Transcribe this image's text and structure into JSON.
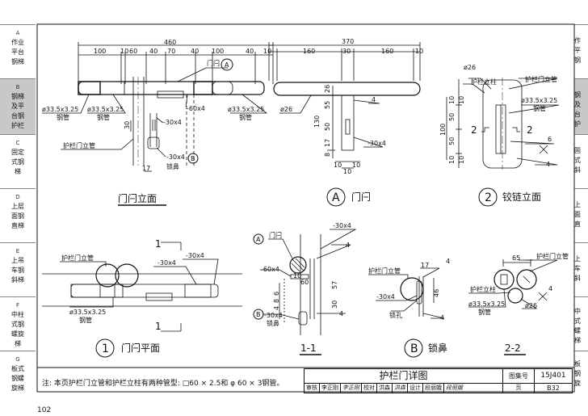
{
  "sidebar": [
    {
      "letter": "A",
      "lines": [
        "作业",
        "平台",
        "钢梯"
      ],
      "active": false
    },
    {
      "letter": "B",
      "lines": [
        "钢梯",
        "及平",
        "台钢",
        "护栏"
      ],
      "active": true
    },
    {
      "letter": "C",
      "lines": [
        "固定",
        "式钢",
        "梯"
      ],
      "active": false
    },
    {
      "letter": "D",
      "lines": [
        "上层",
        "面钢",
        "直梯"
      ],
      "active": false
    },
    {
      "letter": "E",
      "lines": [
        "上吊",
        "车钢",
        "斜梯"
      ],
      "active": false
    },
    {
      "letter": "F",
      "lines": [
        "中柱",
        "式钢",
        "螺旋",
        "梯"
      ],
      "active": false
    },
    {
      "letter": "G",
      "lines": [
        "板式",
        "钢螺",
        "旋梯"
      ],
      "active": false
    }
  ],
  "right_strip": [
    {
      "lines": [
        "作",
        "平",
        "钢"
      ],
      "active": false
    },
    {
      "lines": [
        "钢",
        "及",
        "台",
        "护"
      ],
      "active": true
    },
    {
      "lines": [
        "固",
        "式",
        "斜"
      ],
      "active": false
    },
    {
      "lines": [
        "上",
        "面",
        "直"
      ],
      "active": false
    },
    {
      "lines": [
        "上",
        "车",
        "斜"
      ],
      "active": false
    },
    {
      "lines": [
        "中",
        "式",
        "螺",
        "梯"
      ],
      "active": false
    },
    {
      "lines": [
        "板",
        "钢",
        "旋"
      ],
      "active": false
    }
  ],
  "drawing": {
    "elev": {
      "dim_total": "460",
      "dims": [
        "100",
        "10",
        "60",
        "40",
        "70",
        "40",
        "100",
        "40"
      ],
      "lbl_latch": "门闩",
      "lbl_a": "A",
      "lbl_pipe_left": "ø33.5x3.25",
      "lbl_pipe_left_sub": "钢管",
      "lbl_pipe_mid": "ø33.5x3.25",
      "lbl_pipe_mid_sub": "钢管",
      "lbl_pipe_right": "ø33.5x3.25",
      "lbl_pipe_right_sub": "钢管",
      "lbl_plate1": "-60x4",
      "lbl_plate2": "-30x4",
      "lbl_plate3": "-30x4",
      "lbl_b": "B",
      "lbl_lock": "锁鼻",
      "lbl_post": "护栏门立管",
      "dim_30": "30",
      "dim_17": "17",
      "title": "门闩立面"
    },
    "latch": {
      "dim_total": "370",
      "dims": [
        "10",
        "160",
        "30",
        "160",
        "10"
      ],
      "lbl_d26": "ø26",
      "lbl_plate": "-30x4",
      "lbl_weld": "4",
      "v_dims": [
        "26",
        "55",
        "50",
        "130",
        "17",
        "8"
      ],
      "h_dims": [
        "10",
        "10",
        "10"
      ],
      "circle": "A",
      "title": "门闩"
    },
    "hinge": {
      "lbl_d26": "ø26",
      "lbl_post": "护栏立柱",
      "lbl_door_post": "护栏门立管",
      "lbl_pipe": "ø33.5x3.25",
      "lbl_pipe_sub": "钢管",
      "v_dims": [
        "10",
        "10",
        "50",
        "100",
        "50",
        "10",
        "10"
      ],
      "sect": "2",
      "lbl_6": "6",
      "lbl_4": "4",
      "circle": "2",
      "title": "铰链立面"
    },
    "plan": {
      "lbl_post": "护栏门立管",
      "lbl_plate1": "-30x4",
      "lbl_plate2": "-30x4",
      "lbl_pipe": "ø33.5x3.25",
      "lbl_pipe_sub": "钢管",
      "sect": "1",
      "circle": "1",
      "title": "门闩平面"
    },
    "s11": {
      "lbl_a": "A",
      "lbl_latch": "门闩",
      "lbl_plate60": "-60x4",
      "lbl_plate30a": "-30x4",
      "lbl_plate30b": "-30x4",
      "lbl_b": "B",
      "lbl_lock": "锁鼻",
      "lbl_4a": "4",
      "lbl_4b": "4",
      "dims": [
        "10",
        "60",
        "57",
        "30",
        "6",
        "8",
        "4"
      ],
      "title": "1-1"
    },
    "lockdetail": {
      "lbl_post": "护栏门立管",
      "lbl_plate": "-30x4",
      "lbl_hole": "锁孔",
      "lbl_4": "4",
      "dims": [
        "17",
        "46",
        "4"
      ],
      "circle": "B",
      "title": "锁鼻"
    },
    "s22": {
      "dim_65": "65",
      "lbl_door_post": "护栏门立管",
      "lbl_post": "护栏立柱",
      "lbl_pipe": "ø33.5x3.25",
      "lbl_pipe_sub": "钢管",
      "lbl_d26": "ø26",
      "lbl_4": "4",
      "title": "2-2"
    }
  },
  "note": "注: 本页护栏门立管和护栏立柱有两种管型: □60 × 2.5和 φ 60 × 3钢管。",
  "titleblock": {
    "title": "护栏门详图",
    "set_label": "图集号",
    "set_no": "15J401",
    "row": [
      "审核",
      "李正刚",
      "李正刚",
      "校对",
      "洪森",
      "洪森",
      "设计",
      "段丽娥",
      "段丽娥"
    ],
    "page_label": "页",
    "page": "B32"
  },
  "page_number": "102"
}
